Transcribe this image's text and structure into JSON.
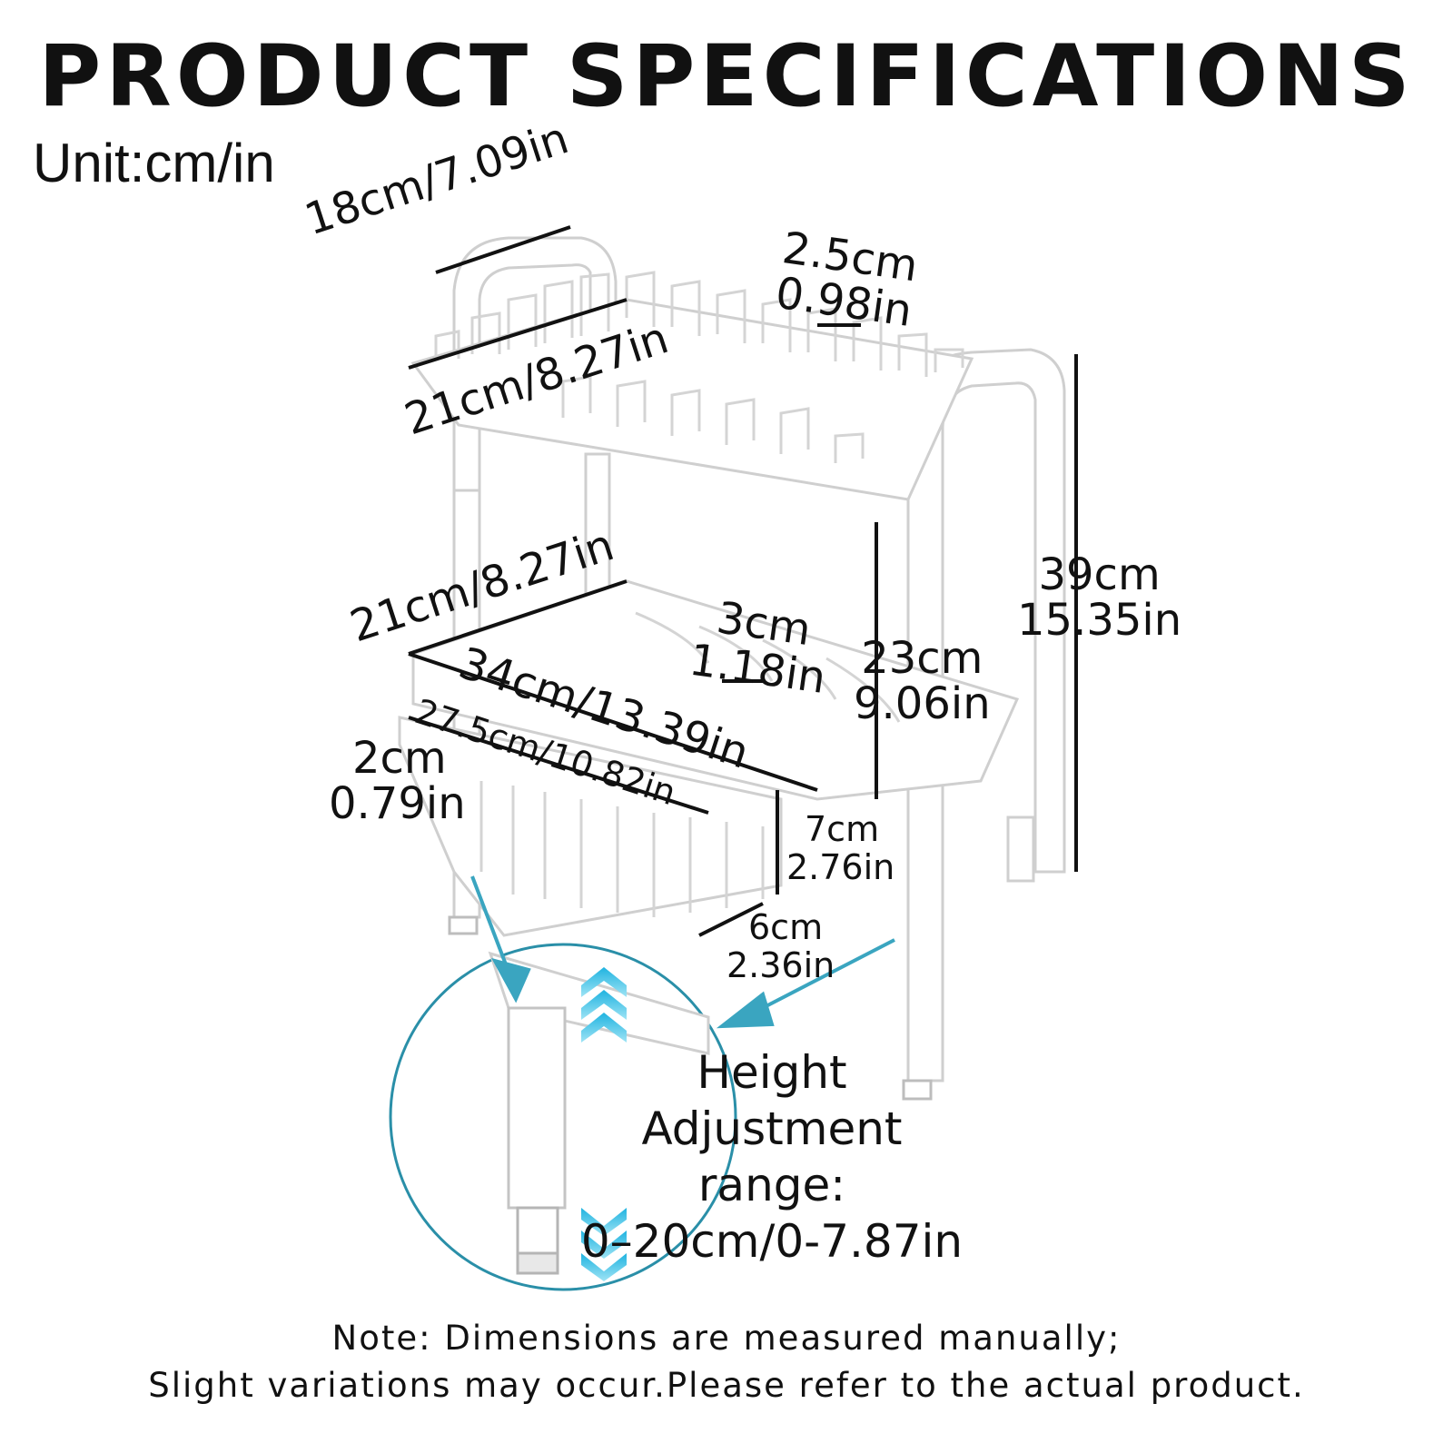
{
  "header": {
    "title": "PRODUCT SPECIFICATIONS",
    "unit": "Unit:cm/in"
  },
  "dimensions": {
    "top_depth": "18cm/7.09in",
    "top_slot_gap": [
      "2.5cm",
      "0.98in"
    ],
    "top_width": "21cm/8.27in",
    "lower_width": "21cm/8.27in",
    "total_height": [
      "39cm",
      "15.35in"
    ],
    "tier_gap": [
      "23cm",
      "9.06in"
    ],
    "lower_slot_gap": [
      "3cm",
      "1.18in"
    ],
    "lower_length": "34cm/13.39in",
    "basket_length": "27.5cm/10.82in",
    "basket_rail": [
      "2cm",
      "0.79in"
    ],
    "basket_height": [
      "7cm",
      "2.76in"
    ],
    "basket_depth": [
      "6cm",
      "2.36in"
    ]
  },
  "height_adjustment": {
    "lines": [
      "Height",
      "Adjustment range:",
      "0–20cm/0-7.87in"
    ]
  },
  "note": {
    "lines": [
      "Note: Dimensions are measured manually;",
      "Slight variations may occur.Please refer to the actual product."
    ]
  },
  "colors": {
    "accent": "#2a8fa8",
    "arrow": "#3aa5c0",
    "frame": "#ffffff",
    "line": "#cfcfcf",
    "text": "#111111"
  }
}
